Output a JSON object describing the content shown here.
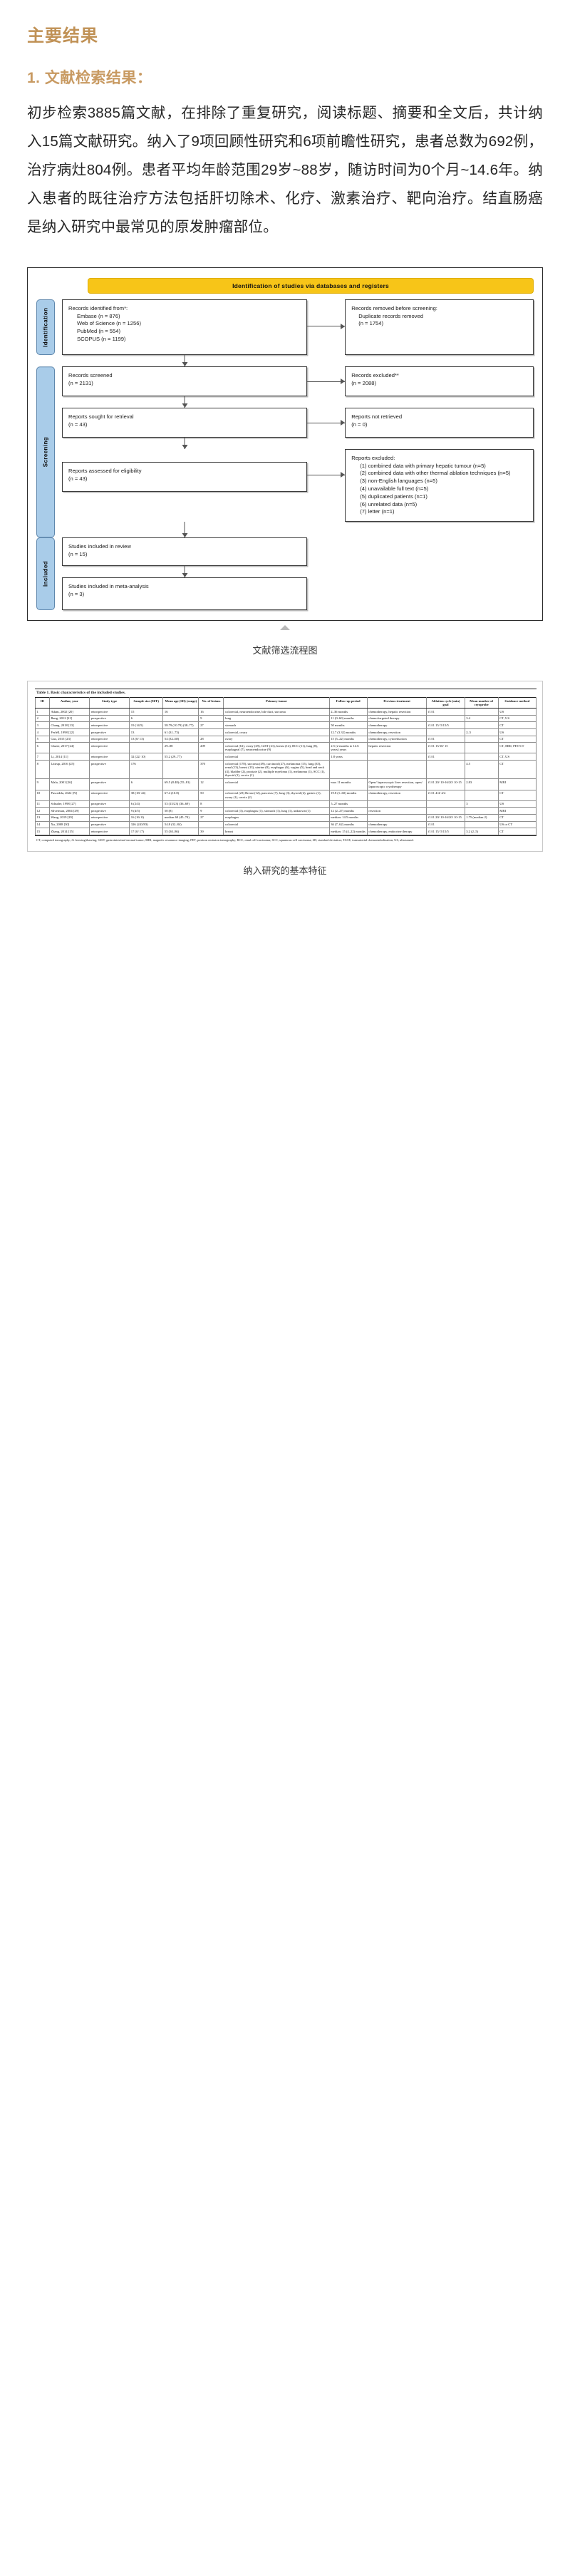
{
  "article": {
    "section_title": "主要结果",
    "sub_title": "1. 文献检索结果：",
    "body": "初步检索3885篇文献，在排除了重复研究，阅读标题、摘要和全文后，共计纳入15篇文献研究。纳入了9项回顾性研究和6项前瞻性研究，患者总数为692例，治疗病灶804例。患者平均年龄范围29岁~88岁，随访时间为0个月~14.6年。纳入患者的既往治疗方法包括肝切除术、化疗、激素治疗、靶向治疗。结直肠癌是纳入研究中最常见的原发肿瘤部位。"
  },
  "prisma": {
    "banner": "Identification of studies via databases and registers",
    "stages": {
      "identification": "Identification",
      "screening": "Screening",
      "included": "Included"
    },
    "boxes": {
      "identified": {
        "title": "Records identified from*:",
        "lines": [
          "Embase (n = 876)",
          "Web of Science (n = 1256)",
          "PubMed (n = 554)",
          "SCOPUS (n = 1199)"
        ]
      },
      "removed": {
        "title": "Records removed before screening:",
        "lines": [
          "Duplicate records removed",
          "(n = 1754)"
        ]
      },
      "screened": {
        "title": "Records screened",
        "count": "(n = 2131)"
      },
      "excluded": {
        "title": "Records excluded**",
        "count": "(n = 2088)"
      },
      "sought": {
        "title": "Reports sought for retrieval",
        "count": "(n = 43)"
      },
      "not_retrieved": {
        "title": "Reports not retrieved",
        "count": "(n = 0)"
      },
      "assessed": {
        "title": "Reports assessed for eligibility",
        "count": "(n = 43)"
      },
      "reports_excluded": {
        "title": "Reports excluded:",
        "items": [
          "(1) combined data with primary hepatic tumour (n=5)",
          "(2) combined data with other thermal ablation techniques (n=5)",
          "(3) non-English languages (n=5)",
          "(4) unavailable full text (n=5)",
          "(5) duplicated patients (n=1)",
          "(6) unrelated data (n=5)",
          "(7) letter (n=1)"
        ]
      },
      "included_review": {
        "title": "Studies included in review",
        "count": "(n = 15)"
      },
      "included_meta": {
        "title": "Studies included in meta-analysis",
        "count": "(n = 3)"
      }
    },
    "caption": "文献筛选流程图"
  },
  "table": {
    "title": "Table 1.  Basic characteristics of the included studies.",
    "headers": [
      "ID",
      "Author, year",
      "Study type",
      "Sample size (M/F)",
      "Mean age (SD) (range)",
      "No. of lesions",
      "Primary tumor",
      "Follow-up period",
      "Previous treatment",
      "Ablation cycle (min) goal",
      "Mean number of cryoprobe",
      "Guidance method"
    ],
    "rows": [
      [
        "1",
        "Adam, 2002 [20]",
        "retrospective",
        "15",
        "16",
        "16",
        "colorectal, neuroendocrine, bile duct, sarcoma",
        "2–36 months",
        "chemotherapy, hepatic resection",
        "f1/f1",
        "",
        "US"
      ],
      [
        "2",
        "Bang, 2012 [21]",
        "prospective",
        "6",
        "",
        "9",
        "lung",
        "11 (0–60) months",
        "chemo/targeted therapy",
        "",
        "3.4",
        "CT, US"
      ],
      [
        "3",
        "Chang, 2018 [13]",
        "retrospective",
        "19 (14/5)",
        "58.79 (10.79) (38–77)",
        "27",
        "stomach",
        "50 months",
        "chemotherapy",
        "f1/f1 15/ 5/15/5",
        "",
        "CT"
      ],
      [
        "4",
        "Ferléll, 1998 [22]",
        "prospective",
        "13",
        "61 (31–73)",
        "",
        "colorectal, ovary",
        "12.7 (3.32) months",
        "chemotherapy, resection",
        "",
        "2–5",
        "US"
      ],
      [
        "5",
        "Gao, 2015 [23]",
        "retrospective",
        "13 (0/ 13)",
        "54 (32–68)",
        "28",
        "ovary",
        "15 (5–22) months",
        "chemotherapy, cytoreduction",
        "f1/f1",
        "",
        "CT"
      ],
      [
        "6",
        "Glazer, 2017 [24]",
        "retrospective",
        "",
        "29–88",
        "209",
        "colorectal (61), ovary (29), GIST (21), breast (14), RCC (11), lung (8), esophageal (7), neuroendocrine (9)",
        "2.5 (2 months to 14.6 years) years",
        "hepatic resection",
        "f1/f1 15/10/ 15",
        "",
        "CT, MRI, PET/CT"
      ],
      [
        "7",
        "Li, 2014 [11]",
        "retrospective",
        "32 (22/ 10)",
        "55.2 (29–77)",
        "",
        "colorectal",
        "1.8 years",
        "",
        "f1/f1",
        "",
        "CT, US"
      ],
      [
        "8",
        "Littrup, 2016 [25]",
        "prospective",
        "176",
        "",
        "370",
        "colorectal (178), sarcoma (49), carcinoid (27), melanoma (15), lung (35), renal (13), breast (13), uterine (8), esophagus (6), vagina (5), head and neck (4), bladder (2), prostate (2), multiple myeloma (1), melanoma (1), SCC (1), thyroid (1), cervix (1)",
        "",
        "",
        "",
        "4.5",
        "CT"
      ],
      [
        "9",
        "Mala, 2001 [26]",
        "prospective",
        "6",
        "69.5 (8.48) (55–81)",
        "12",
        "colorectal",
        "max 11 months",
        "Open/ laparoscopic liver resection, open/ laparoscopic cryotherapy",
        "f1/f1 20/ 10-16/20/ 10-15",
        "2.83",
        "MRI"
      ],
      [
        "10",
        "Pusceddu, 2022 [N]",
        "retrospective",
        "38 (18/ 24)",
        "67.4 (10.8)",
        "50",
        "colorectal (23) Breast (12), pancreas (7), lung (3), thyroid (2), gastric (1), ovary (1), cervix (2)",
        "19.8 (1–60) months",
        "chemotherapy, resection",
        "f1/f1 4/4/ 4/4",
        "",
        "CT"
      ],
      [
        "11",
        "Schuder, 1998 [27]",
        "prospective",
        "6 (2/4)",
        "53 (15/23) (36–69)",
        "8",
        "",
        "5–27 months",
        "",
        "",
        "3",
        "US"
      ],
      [
        "12",
        "Silverman, 2004 [29]",
        "prospective",
        "9 (4/5)",
        "50 (8)",
        "9",
        "colorectal (3), esophagus (1), stomach (1), lung (1), unknown (1)",
        "12 (2–27) months",
        "resection",
        "",
        "",
        "MRI"
      ],
      [
        "13",
        "Wang, 2019 [29]",
        "retrospective",
        "16 (16/ 0)",
        "median 60 (45–74)",
        "27",
        "esophagus",
        "median: 14.5 months",
        "",
        "f1/f1 20/ 10-16/20/ 10-15",
        "1.75 (median 2)",
        "CT"
      ],
      [
        "14",
        "Xu, 2008 [30]",
        "prospective",
        "326 (243/83)",
        "54.8 (32–84)",
        "",
        "colorectal",
        "36 (7–62) months",
        "chemotherapy",
        "f1/f1",
        "",
        "US or CT"
      ],
      [
        "15",
        "Zhang, 2014 [15]",
        "retrospective",
        "17 (0/ 17)",
        "55 (30–86)",
        "39",
        "breast",
        "median: 15 (4–22) months",
        "chemotherapy, endocrine therapy",
        "f1/f1 15/ 5/15/5",
        "3.2 (2–5)",
        "CT"
      ]
    ],
    "footnote": "CT, computed tomography; f/t freezing/thawing; GIST, gastrointestinal stromal tumor; MRI, magnetic resonance imaging; PET, positron emission tomography; RCC, renal cell carcinoma; SCC, squamous cell carcinoma; SD, standard deviation; TACE, transarterial chemoembolization; US, ultrasound.",
    "caption": "纳入研究的基本特征"
  }
}
